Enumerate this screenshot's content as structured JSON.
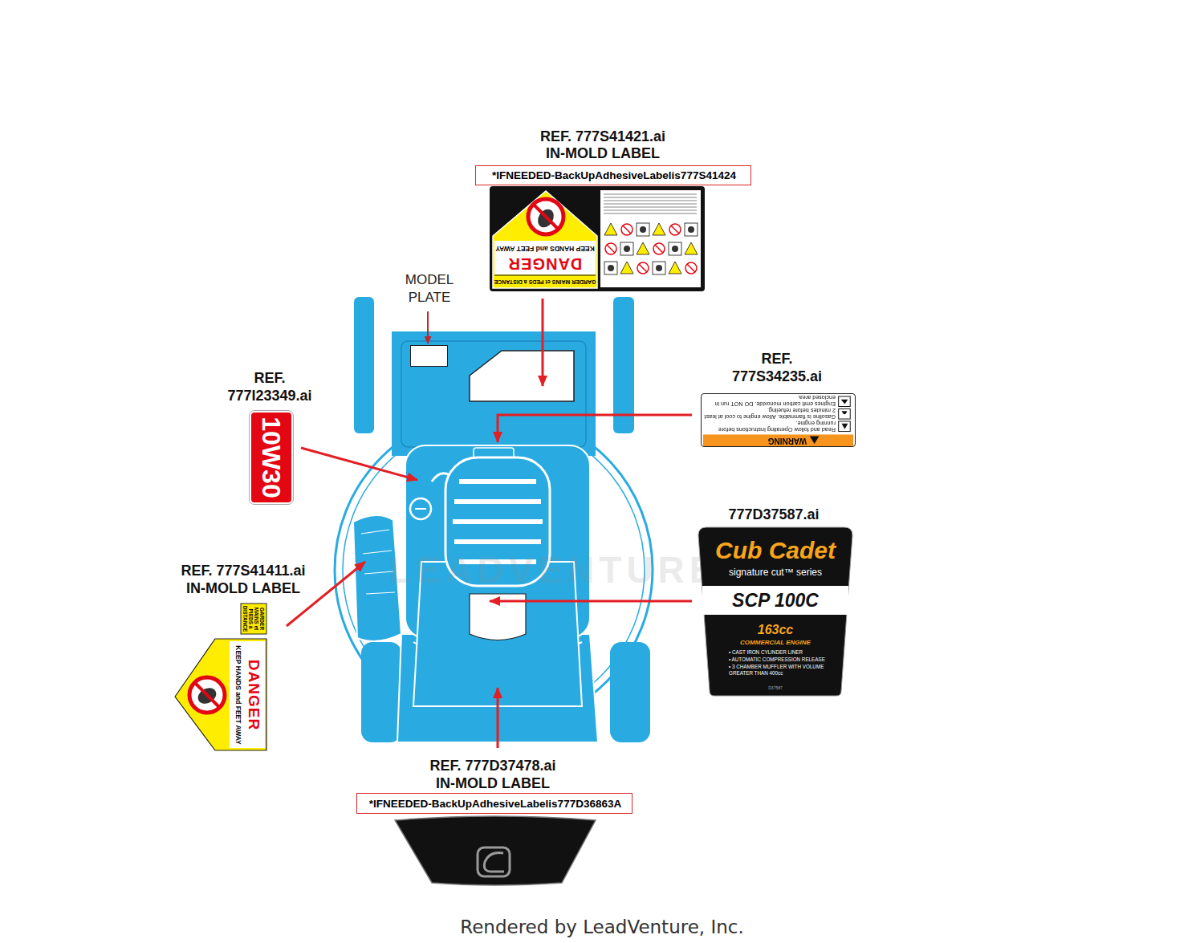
{
  "diagram": {
    "nodes": [
      {
        "text": [
          "*IFNEEDED-BackUpAdhesiveLabelis777S41424"
        ]
      },
      {
        "text": [
          "DANGER",
          "KEEP HANDS and FEET AWAY",
          "GARDER MAINS et PEDS à DISTANCE"
        ]
      },
      {
        "text": [
          "MODEL PLATE"
        ]
      },
      {
        "text": [
          "WARNING",
          "Read and follow Operating Instructions before running engine.",
          "Gasoline is flammable. Allow engine to cool at least 2 minutes before refueling.",
          "Engines emit carbon monoxide. DO NOT run in enclosed area."
        ]
      },
      {
        "text": [
          "10W30"
        ]
      },
      {
        "text": [
          "Cub Cadet",
          "signature cut™ series",
          "SCP 100C",
          "163cc",
          "COMMERCIAL ENGINE",
          "• CAST IRON CYLINDER LINER",
          "• AUTOMATIC COMPRESSION RELEASE",
          "• 3 CHAMBER MUFFLER WITH VOLUME GREATER THAN 400cc",
          "D37587"
        ]
      },
      {
        "text": [
          "GARDER MAINS et PIEDS à DISTANCE",
          "KEEP HANDS and FEET AWAY",
          "DANGER"
        ]
      },
      {
        "text": [
          "*IFNEEDED-BackUpAdhesiveLabelis777D36863A"
        ]
      }
    ],
    "labels": [
      "REF. 777S41421.ai",
      "IN-MOLD LABEL",
      "REF.",
      "777S34235.ai",
      "REF.",
      "777I23349.ai",
      "777D37587.ai",
      "REF. 777S41411.ai",
      "IN-MOLD LABEL",
      "REF. 777D37478.ai",
      "IN-MOLD LABEL",
      "LEADVENTURE",
      "Rendered by LeadVenture, Inc."
    ]
  }
}
